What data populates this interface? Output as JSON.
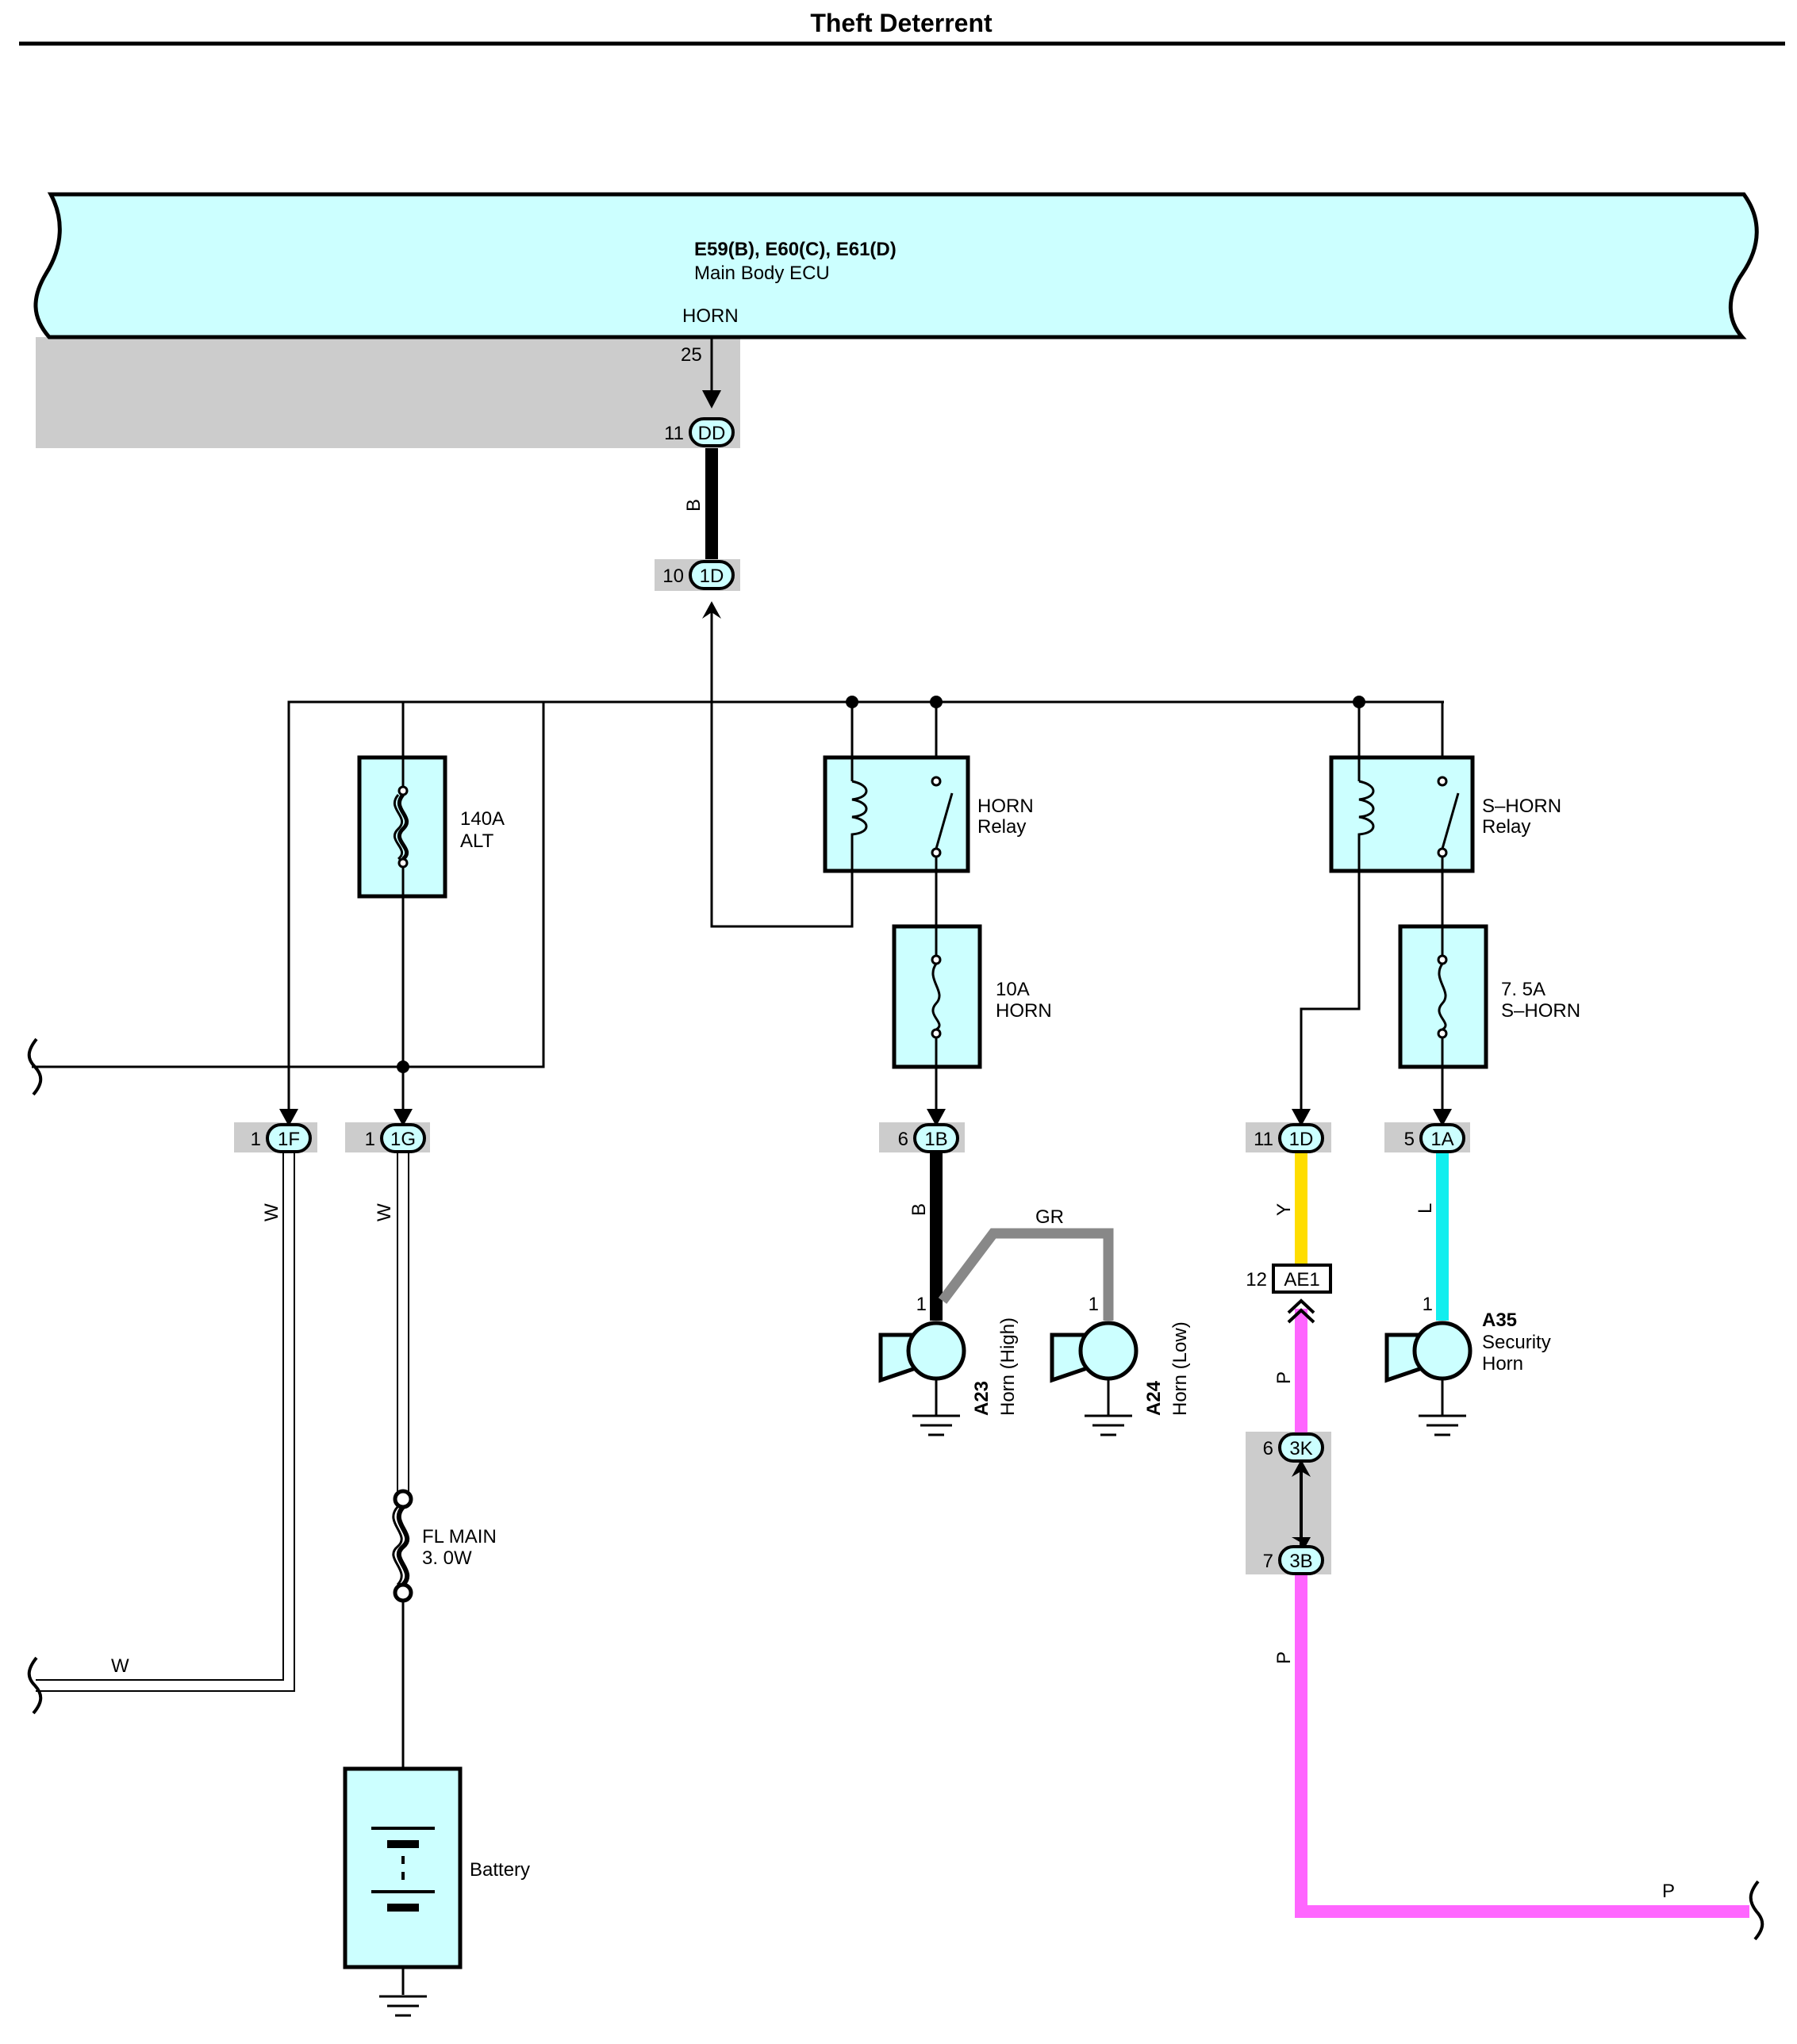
{
  "page": {
    "title": "Theft Deterrent"
  },
  "ecu": {
    "connectors": "E59(B), E60(C), E61(D)",
    "name": "Main Body ECU",
    "terminal_name": "HORN",
    "terminal_pin": "25"
  },
  "connectors": {
    "dd": {
      "pin": "11",
      "code": "DD"
    },
    "d1_top": {
      "pin": "10",
      "code": "1D"
    },
    "f1": {
      "pin": "1",
      "code": "1F"
    },
    "g1": {
      "pin": "1",
      "code": "1G"
    },
    "b1": {
      "pin": "6",
      "code": "1B"
    },
    "d1_right": {
      "pin": "11",
      "code": "1D"
    },
    "a1": {
      "pin": "5",
      "code": "1A"
    },
    "ae1": {
      "pin": "12",
      "code": "AE1"
    },
    "k3": {
      "pin": "6",
      "code": "3K"
    },
    "b3": {
      "pin": "7",
      "code": "3B"
    }
  },
  "fuses": {
    "alt": {
      "rating": "140A",
      "name": "ALT"
    },
    "horn": {
      "rating": "10A",
      "name": "HORN"
    },
    "shorn": {
      "rating": "7. 5A",
      "name": "S–HORN"
    },
    "fl_main": {
      "name": "FL MAIN",
      "rating": "3. 0W"
    }
  },
  "relays": {
    "horn": {
      "name": "HORN",
      "type": "Relay"
    },
    "shorn": {
      "name": "S–HORN",
      "type": "Relay"
    }
  },
  "horns": {
    "a23": {
      "code": "A23",
      "name": "Horn (High)",
      "pin": "1"
    },
    "a24": {
      "code": "A24",
      "name": "Horn (Low)",
      "pin": "1"
    },
    "a35": {
      "code": "A35",
      "name_line1": "Security",
      "name_line2": "Horn",
      "pin": "1"
    }
  },
  "battery": {
    "label": "Battery"
  },
  "wire_colors": {
    "b_ecu": "B",
    "w_1f": "W",
    "w_1g": "W",
    "w_bottom": "W",
    "b_horn": "B",
    "gr": "GR",
    "y": "Y",
    "l": "L",
    "p_upper": "P",
    "p_lower": "P",
    "p_bottom": "P"
  },
  "colors": {
    "ecu_fill": "#ccffff",
    "gray_block": "#cccccc",
    "yellow": "#ffdd00",
    "cyan": "#11eeee",
    "pink": "#ff66ff",
    "gray_wire": "#888888",
    "black": "#000000"
  }
}
